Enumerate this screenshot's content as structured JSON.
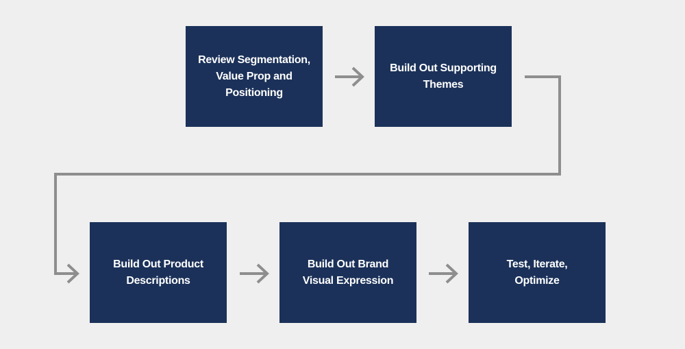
{
  "colors": {
    "background": "#efefef",
    "box_fill": "#1b3159",
    "box_text": "#ffffff",
    "connector": "#8e8e8e"
  },
  "steps": [
    {
      "label": "Review Segmentation,\nValue Prop and\nPositioning"
    },
    {
      "label": "Build Out Supporting\nThemes"
    },
    {
      "label": "Build Out Product\nDescriptions"
    },
    {
      "label": "Build Out Brand\nVisual Expression"
    },
    {
      "label": "Test, Iterate,\nOptimize"
    }
  ],
  "connectors": [
    {
      "from": "steps.0",
      "to": "steps.1",
      "icon": "arrow-right-icon"
    },
    {
      "from": "steps.1",
      "to": "steps.2",
      "icon": "elbow-connector-arrow-icon"
    },
    {
      "from": "steps.2",
      "to": "steps.3",
      "icon": "arrow-right-icon"
    },
    {
      "from": "steps.3",
      "to": "steps.4",
      "icon": "arrow-right-icon"
    }
  ]
}
